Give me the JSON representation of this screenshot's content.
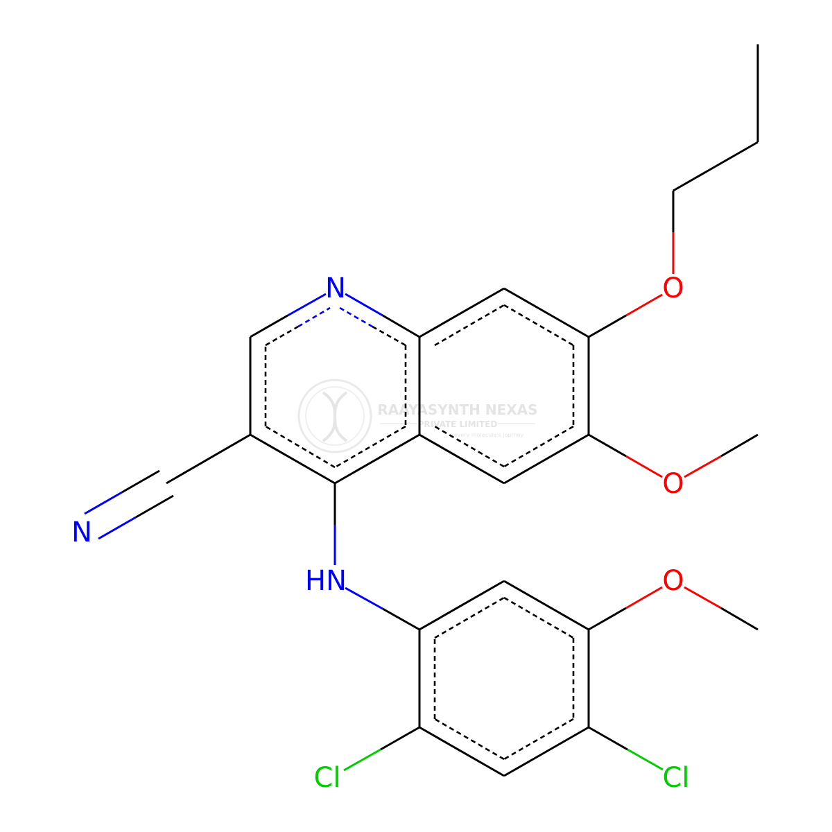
{
  "colors": {
    "bond": "#000000",
    "nitrogen": "#0000ff",
    "oxygen": "#ff0000",
    "chlorine": "#00cc00",
    "watermark": "#d4d4d4"
  },
  "atom_labels": {
    "ring_nitrogen": "N",
    "nitrile_nitrogen": "N",
    "amine": "HN",
    "oxygen_propoxy": "O",
    "oxygen_methoxy_quinoline": "O",
    "oxygen_methoxy_aniline": "O",
    "chlorine_left": "Cl",
    "chlorine_right": "Cl"
  },
  "watermark": {
    "company": "RAAYASYNTH NEXAS",
    "subtitle": "PRIVATE LIMITED",
    "tagline": "every molecule's journey"
  }
}
